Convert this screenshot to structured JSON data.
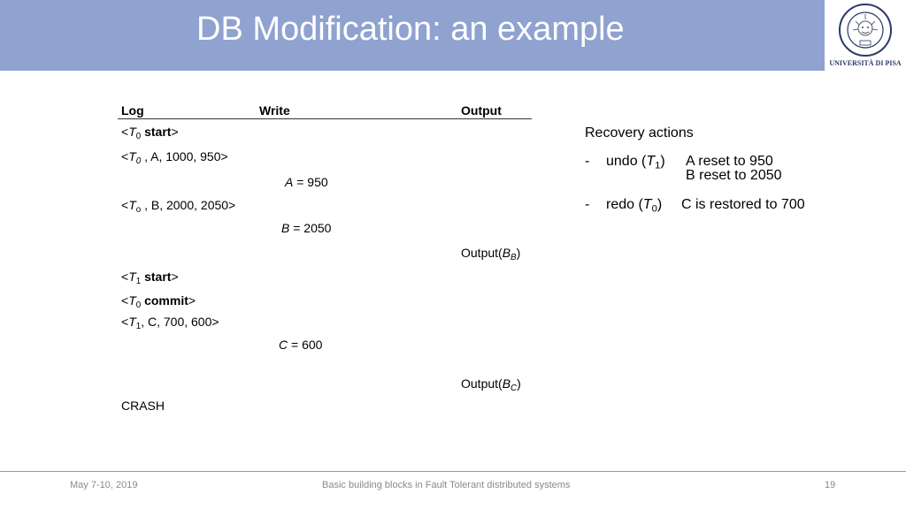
{
  "slide": {
    "title": "DB Modification: an example",
    "logo_text": "UNIVERSITÀ DI PISA",
    "colors": {
      "header_bg": "#8fa2d0",
      "title_text": "#ffffff",
      "footer_text": "#8a8a8a"
    }
  },
  "table": {
    "headers": {
      "log": "Log",
      "write": "Write",
      "output": "Output"
    },
    "rows": [
      {
        "col": "log",
        "prefix": "<",
        "var": "T",
        "sub": "0",
        "suffix_bold": " start",
        "suffix": ">"
      },
      {
        "col": "log",
        "prefix": "<",
        "var": "T",
        "sub": "0",
        "text": " , A, 1000, 950>"
      },
      {
        "col": "write",
        "var": "A",
        "text": " = 950"
      },
      {
        "col": "log",
        "prefix": "<",
        "var": "T",
        "sub": "o",
        "text": " , B, 2000, 2050>"
      },
      {
        "col": "write",
        "var": "B",
        "text": " = 2050"
      },
      {
        "col": "output",
        "text": "Output(",
        "var": "B",
        "sub": "B",
        "suffix": ")"
      },
      {
        "col": "log",
        "prefix": "<",
        "var": "T",
        "sub": "1",
        "suffix_bold": " start",
        "suffix": ">"
      },
      {
        "col": "log",
        "prefix": "<",
        "var": "T",
        "sub": "0",
        "suffix_bold": " commit",
        "suffix": ">"
      },
      {
        "col": "log",
        "prefix": "<",
        "var": "T",
        "sub": "1",
        "text": ", C, 700, 600>"
      },
      {
        "col": "write",
        "var": "C",
        "text": " = 600"
      },
      {
        "col": "output",
        "text": "Output(",
        "var": "B",
        "sub": "C",
        "suffix": ")"
      },
      {
        "col": "log",
        "text": "CRASH"
      }
    ]
  },
  "recovery": {
    "heading": "Recovery actions",
    "items": [
      {
        "bullet": "-",
        "action": "undo (",
        "var": "T",
        "sub": "1",
        "close": ")",
        "details": [
          "A reset to 950",
          "B reset to 2050"
        ]
      },
      {
        "bullet": "-",
        "action": "redo (",
        "var": "T",
        "sub": "0",
        "close": ")",
        "details": [
          "C is restored to 700"
        ]
      }
    ]
  },
  "footer": {
    "date": "May 7-10, 2019",
    "event": "Basic building blocks in Fault Tolerant distributed systems",
    "page": "19"
  }
}
